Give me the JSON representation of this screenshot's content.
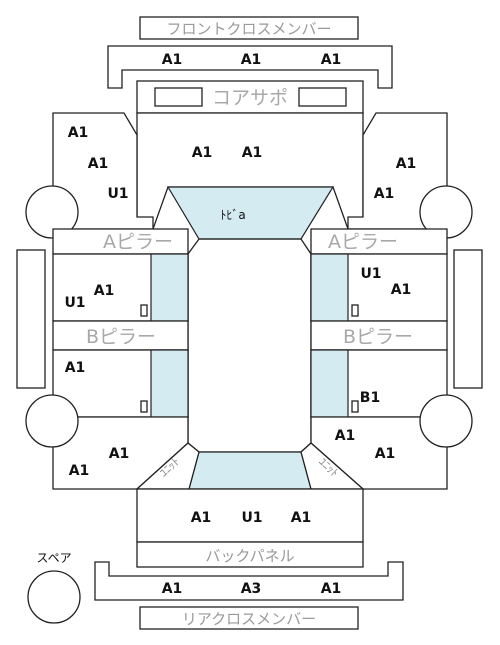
{
  "labels": {
    "front_cross_member": "フロントクロスメンバー",
    "core_support": "コアサポ",
    "a_pillar": "Aピラー",
    "b_pillar": "Bピラー",
    "roof": "ﾄﾋﾞa",
    "unit": "ﾕﾆｯﾄ",
    "back_panel": "バックパネル",
    "rear_cross_member": "リアクロスメンバー",
    "spare": "スペア"
  },
  "codes": {
    "front_cross_1": "A1",
    "front_cross_2": "A1",
    "front_cross_3": "A1",
    "hood_1": "A1",
    "hood_2": "A1",
    "front_left_1": "A1",
    "front_left_2": "A1",
    "front_left_3": "U1",
    "front_right_1": "A1",
    "front_right_2": "A1",
    "front_door_left_1": "A1",
    "front_door_left_2": "U1",
    "front_door_right_1": "U1",
    "front_door_right_2": "A1",
    "rear_door_left": "A1",
    "rear_door_right": "B1",
    "rear_left_1": "A1",
    "rear_left_2": "A1",
    "rear_right_1": "A1",
    "rear_right_2": "A1",
    "trunk_1": "A1",
    "trunk_2": "U1",
    "trunk_3": "A1",
    "rear_cross_1": "A1",
    "rear_cross_2": "A3",
    "rear_cross_3": "A1"
  }
}
